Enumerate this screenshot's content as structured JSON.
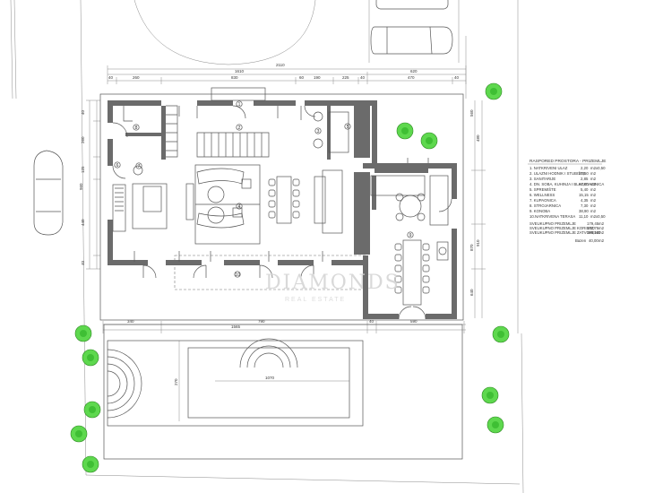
{
  "legend": {
    "title": "RASPORED PROSTORA - PRIZEMLJE",
    "rooms": [
      {
        "label": "1. NATKRIVENI ULAZ",
        "value": "2,20",
        "unit": "m2",
        "note": "x0,50"
      },
      {
        "label": "2. ULAZNI HODNIK I STUBIŠTE",
        "value": "24,50",
        "unit": "m2",
        "note": ""
      },
      {
        "label": "3. SANITARIJE",
        "value": "2,85",
        "unit": "m2",
        "note": ""
      },
      {
        "label": "4. DN. SOBA, KUHINJA I BLAGOVAONICA",
        "value": "67,80",
        "unit": "m2",
        "note": ""
      },
      {
        "label": "5. SPREMIŠTE",
        "value": "5,40",
        "unit": "m2",
        "note": ""
      },
      {
        "label": "6. WELLNESS",
        "value": "15,15",
        "unit": "m2",
        "note": ""
      },
      {
        "label": "7. KUPAONICA",
        "value": "4,35",
        "unit": "m2",
        "note": ""
      },
      {
        "label": "8. STROJARNICA",
        "value": "7,30",
        "unit": "m2",
        "note": ""
      },
      {
        "label": "9. KONOBA",
        "value": "38,90",
        "unit": "m2",
        "note": ""
      },
      {
        "label": "10.NATKRIVENA TERASA",
        "value": "11,10",
        "unit": "m2",
        "note": "x0,50"
      }
    ],
    "totals": [
      {
        "label": "SVEUKUPNO PRIZEMLJE",
        "value": "179,45",
        "unit": "m2"
      },
      {
        "label": "SVEUKUPNO PRIZEMLJE KORISNO",
        "value": "172,75",
        "unit": "m2"
      },
      {
        "label": "SVEUKUPNO PRIZEMLJE ZATVORENO",
        "value": "166,10",
        "unit": "m2"
      }
    ],
    "pool": {
      "label": "Bazen",
      "value": "40,00",
      "unit": "m2"
    }
  },
  "dimensions": {
    "top_total": "2110",
    "top_mid": "1610",
    "top_right": "620",
    "top_row": [
      "40",
      "260",
      "830",
      "190",
      "225",
      "40",
      "470",
      "40"
    ],
    "top_window": "60",
    "left": [
      "40",
      "260",
      "125",
      "960",
      "440",
      "40"
    ],
    "right": [
      "560",
      "480",
      "870",
      "910",
      "640"
    ],
    "bottom_total": "1565",
    "bottom_row": [
      "340",
      "790",
      "40",
      "590"
    ],
    "pool_width": "1070",
    "pool_depth": "270"
  },
  "room_numbers": [
    "1",
    "2",
    "3",
    "4",
    "5",
    "6",
    "7",
    "8",
    "9",
    "10"
  ],
  "watermark": {
    "main": "DIAMONDS",
    "sub": "REAL ESTATE"
  }
}
